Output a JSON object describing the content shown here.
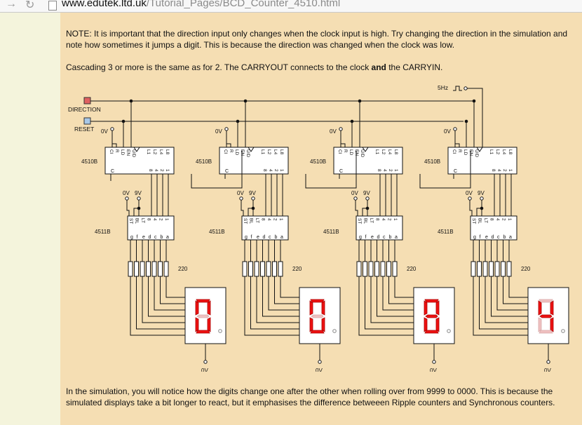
{
  "browser": {
    "url_domain": "www.edutek.ltd.uk",
    "url_path": "/Tutorial_Pages/BCD_Counter_4510.html",
    "back_glyph": "→",
    "reload_glyph": "↻"
  },
  "content": {
    "note_text": "NOTE: It is important that the direction input only changes when the clock input is high. Try changing the direction in the simulation and note how sometimes it jumps a digit. This is because the direction was changed when the clock was low.",
    "cascade_before": "Cascading 3 or more is the same as for 2. The CARRYOUT connects to the clock ",
    "cascade_bold": "and",
    "cascade_after": " the CARRYIN.",
    "bottom_text": "In the simulation, you will notice how the digits change one after the other when rolling over from 9999 to 0000. This is because the simulated displays take a bit longer to react, but it emphasises the difference betweeen Ripple counters and Synchronous counters."
  },
  "circuit": {
    "clock_label": "5Hz",
    "direction_label": "DIRECTION",
    "reset_label": "RESET",
    "counter_chip": "4510B",
    "decoder_chip": "4511B",
    "resistor_label": "220",
    "zero_volt": "0V",
    "nine_volt": "9V",
    "counter_pins_top": [
      "L1",
      "L2",
      "L4",
      "L8"
    ],
    "counter_pins_top_left": [
      "CI",
      "R",
      "LD",
      "EN",
      "U/D"
    ],
    "counter_pins_bottom": [
      "C",
      "8",
      "4",
      "2",
      "1"
    ],
    "decoder_pins_top": [
      "ST",
      "BL",
      "LT",
      "8",
      "4",
      "2",
      "1"
    ],
    "decoder_pins_bottom": [
      "g",
      "f",
      "e",
      "d",
      "c",
      "b",
      "a"
    ],
    "digits": [
      "0",
      "0",
      "8",
      "4"
    ],
    "colors": {
      "segment_on": "#ee1111",
      "segment_off": "#efc0c0",
      "direction_box": "#e06060",
      "reset_box": "#a8c8e8"
    }
  }
}
